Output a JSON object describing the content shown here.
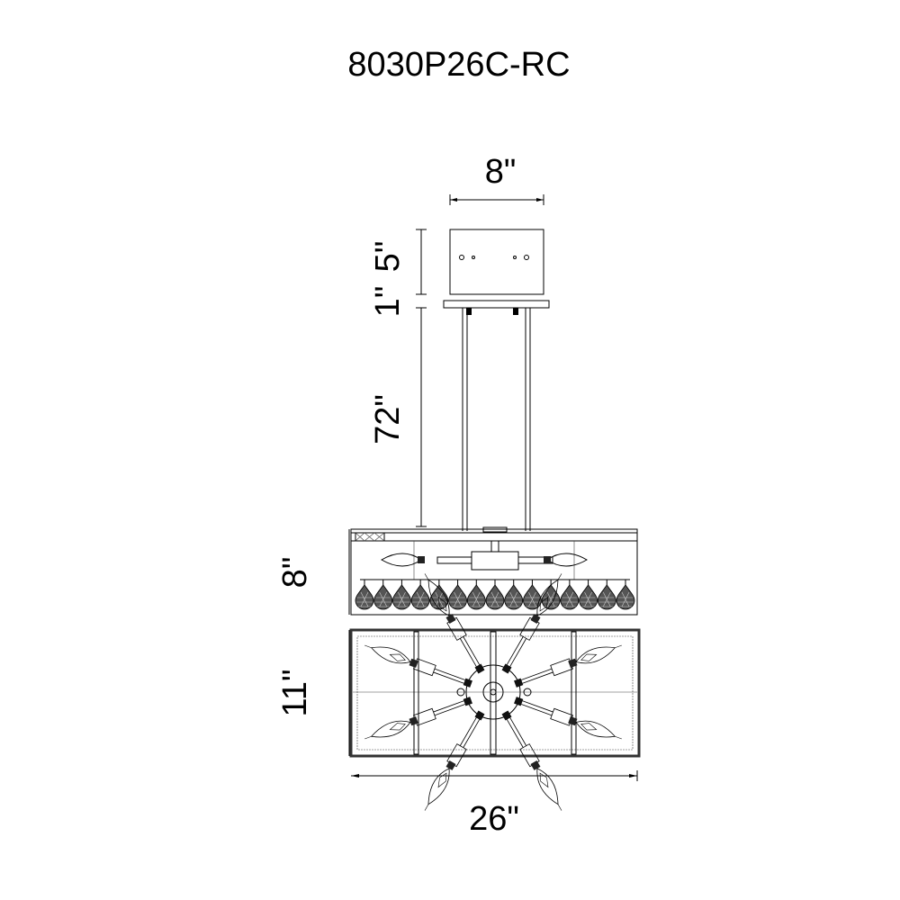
{
  "title": "8030P26C-RC",
  "dimensions": {
    "canopy_width": "8\"",
    "canopy_height": "5\"",
    "canopy_plate": "1\"",
    "chain_length": "72\"",
    "fixture_height": "8\"",
    "fixture_depth": "11\"",
    "fixture_width": "26\""
  },
  "crystal_count": 15,
  "arm_count": 8
}
